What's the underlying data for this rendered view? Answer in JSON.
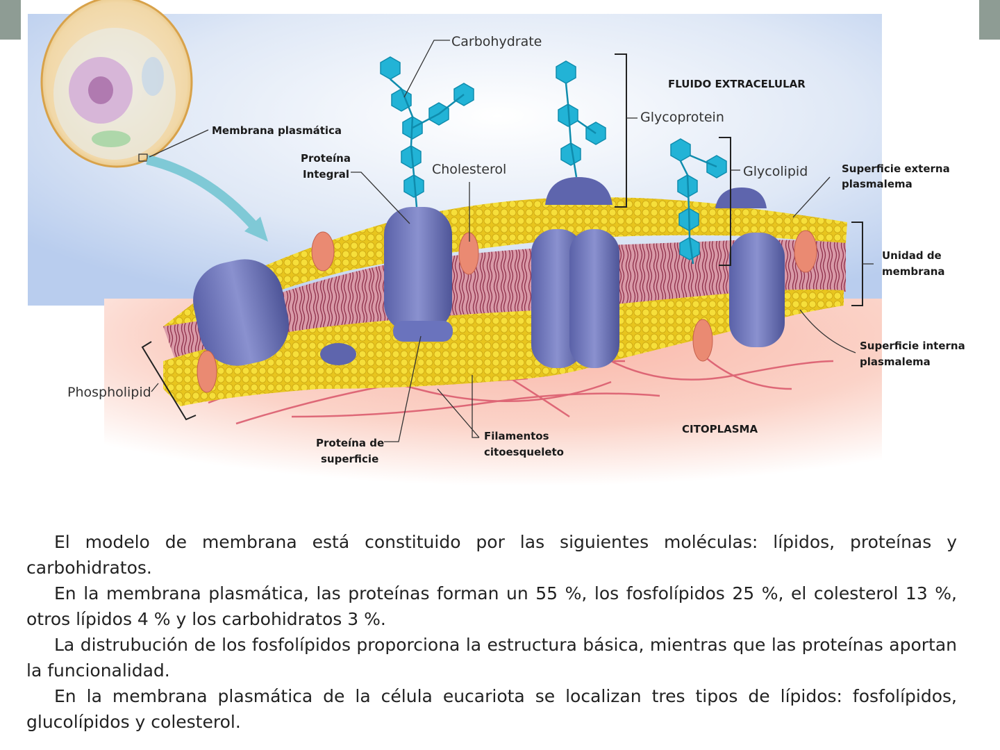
{
  "labels": {
    "carbohydrate": "Carbohydrate",
    "fluido_extracelular": "FLUIDO EXTRACELULAR",
    "glycoprotein": "Glycoprotein",
    "membrana_plasmatica": "Membrana plasmática",
    "proteina_integral_1": "Proteína",
    "proteina_integral_2": "Integral",
    "cholesterol": "Cholesterol",
    "glycolipid": "Glycolipid",
    "superficie_externa_1": "Superficie externa",
    "superficie_externa_2": "plasmalema",
    "unidad_membrana_1": "Unidad de",
    "unidad_membrana_2": "membrana",
    "superficie_interna_1": "Superficie interna",
    "superficie_interna_2": "plasmalema",
    "phospholipid": "Phospholipid",
    "citoplasma": "CITOPLASMA",
    "proteina_superficie_1": "Proteína de",
    "proteina_superficie_2": "superficie",
    "filamentos_1": "Filamentos",
    "filamentos_2": "citoesqueleto"
  },
  "paragraphs": [
    "El modelo de membrana está  constituido por las siguientes moléculas: lípidos, proteínas y carbohidratos.",
    "En la membrana plasmática, las proteínas forman un 55 %, los fosfolípidos 25 %, el colesterol 13 %, otros lípidos 4 % y los carbohidratos 3 %.",
    "La distrubución de los fosfolípidos proporciona la estructura básica, mientras que las proteínas aportan la funcionalidad.",
    "En la membrana plasmática de la célula eucariota se localizan tres tipos de lípidos: fosfolípidos, glucolípidos y colesterol."
  ],
  "colors": {
    "protein": "#6e75b8",
    "lipid_head": "#f3d52a",
    "carbohydrate": "#22b3d6",
    "cholesterol": "#e9806e",
    "tail": "#8e2f4a"
  }
}
